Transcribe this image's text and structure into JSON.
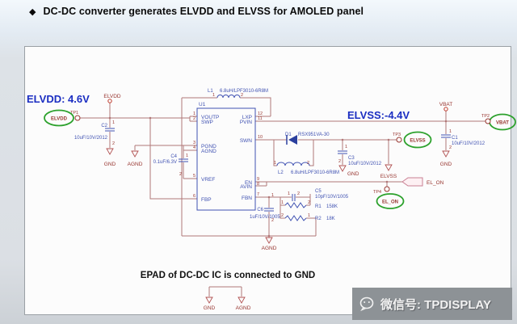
{
  "title": {
    "bullet": "◆",
    "text": "DC-DC converter generates ELVDD and ELVSS for AMOLED panel"
  },
  "annotations": {
    "elvdd_voltage": "ELVDD: 4.6V",
    "elvss_voltage": "ELVSS:-4.4V",
    "epad_note": "EPAD of DC-DC IC is connected to GND"
  },
  "nets": {
    "elvdd": "ELVDD",
    "vbat": "VBAT",
    "elvss": "ELVSS",
    "el_on": "EL_ON",
    "gnd": "GND",
    "agnd": "AGND"
  },
  "testpoints": {
    "tp1": {
      "ref": "TP1",
      "net": "ELVDD"
    },
    "tp2": {
      "ref": "TP2",
      "net": "VBAT"
    },
    "tp3": {
      "ref": "TP3",
      "net": "ELVSS"
    },
    "tp4": {
      "ref": "TP4",
      "net": "EL_ON"
    }
  },
  "ic": {
    "ref": "U1",
    "left_pins": [
      {
        "num": "1",
        "name": "VOUTP"
      },
      {
        "num": "2",
        "name": "SWP"
      },
      {
        "num": "3",
        "name": "PGND"
      },
      {
        "num": "4",
        "name": "AGND"
      },
      {
        "num": "5",
        "name": "VREF"
      },
      {
        "num": "6",
        "name": "FBP"
      }
    ],
    "right_pins": [
      {
        "num": "12",
        "name": "LXP"
      },
      {
        "num": "11",
        "name": "PVIN"
      },
      {
        "num": "10",
        "name": "SWN"
      },
      {
        "num": "9",
        "name": "EN"
      },
      {
        "num": "8",
        "name": "AVIN"
      },
      {
        "num": "7",
        "name": "FBN"
      }
    ]
  },
  "components": {
    "l1": {
      "ref": "L1",
      "value": "6.8uH/LPF3010-6R8M",
      "pin1": "1",
      "pin2": "2"
    },
    "l2": {
      "ref": "L2",
      "value": "6.8uH/LPF3010-6R8M",
      "pin1": "1",
      "pin2": "2"
    },
    "d1": {
      "ref": "D1",
      "value": "RSX951VA-30"
    },
    "c1": {
      "ref": "C1",
      "value": "10uF/10V/2012",
      "pin1": "1",
      "pin2": "2"
    },
    "c2": {
      "ref": "C2",
      "value": "10uF/10V/2012",
      "pin1": "1",
      "pin2": "2"
    },
    "c3": {
      "ref": "C3",
      "value": "10uF/10V/2012",
      "pin1": "1",
      "pin2": "2"
    },
    "c4": {
      "ref": "C4",
      "value": "0.1uF/6.3V",
      "pin1": "1",
      "pin2": "2"
    },
    "c5": {
      "ref": "C5",
      "value": "10pF/10V/1005",
      "pin1": "1",
      "pin2": "2"
    },
    "c6": {
      "ref": "C6",
      "value": "1uF/10V/1005",
      "pin1": "1",
      "pin2": "2"
    },
    "r1": {
      "ref": "R1",
      "value": "158K",
      "pin1": "1",
      "pin2": "2"
    },
    "r2": {
      "ref": "R2",
      "value": "18K",
      "pin1": "1",
      "pin2": "2"
    }
  },
  "colors": {
    "headline_blue": "#1b2ec2",
    "wire": "#b17878",
    "component_blue": "#4052b2",
    "net_maroon": "#97352f",
    "testpoint_green": "#2ca12c",
    "diode_fill": "#2b3f9e"
  },
  "watermark": {
    "label": "微信号: TPDISPLAY"
  }
}
